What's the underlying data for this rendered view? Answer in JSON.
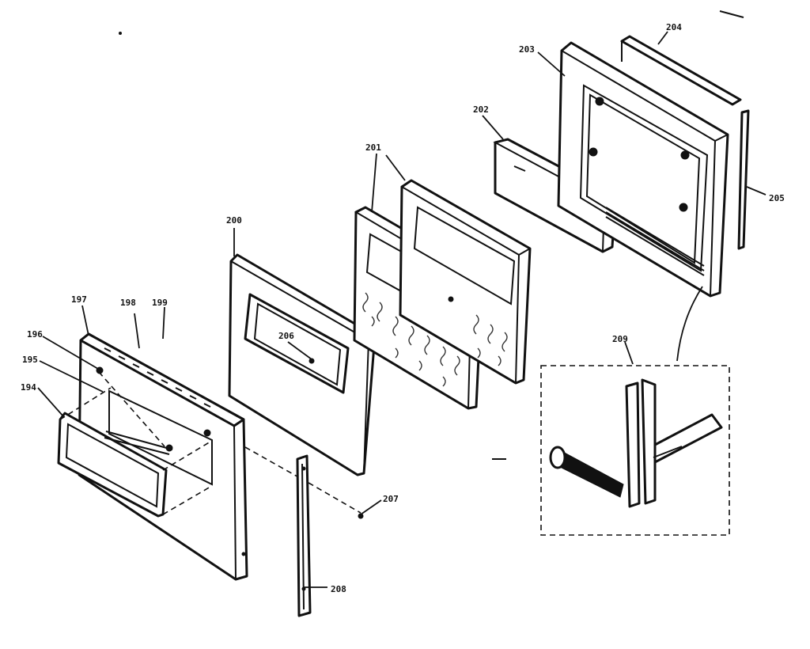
{
  "diagram": {
    "callouts": {
      "c194": "194",
      "c195": "195",
      "c196": "196",
      "c197": "197",
      "c198": "198",
      "c199": "199",
      "c200": "200",
      "c201": "201",
      "c202": "202",
      "c203": "203",
      "c204": "204",
      "c205": "205",
      "c206": "206",
      "c207": "207",
      "c208": "208",
      "c209": "209"
    }
  }
}
